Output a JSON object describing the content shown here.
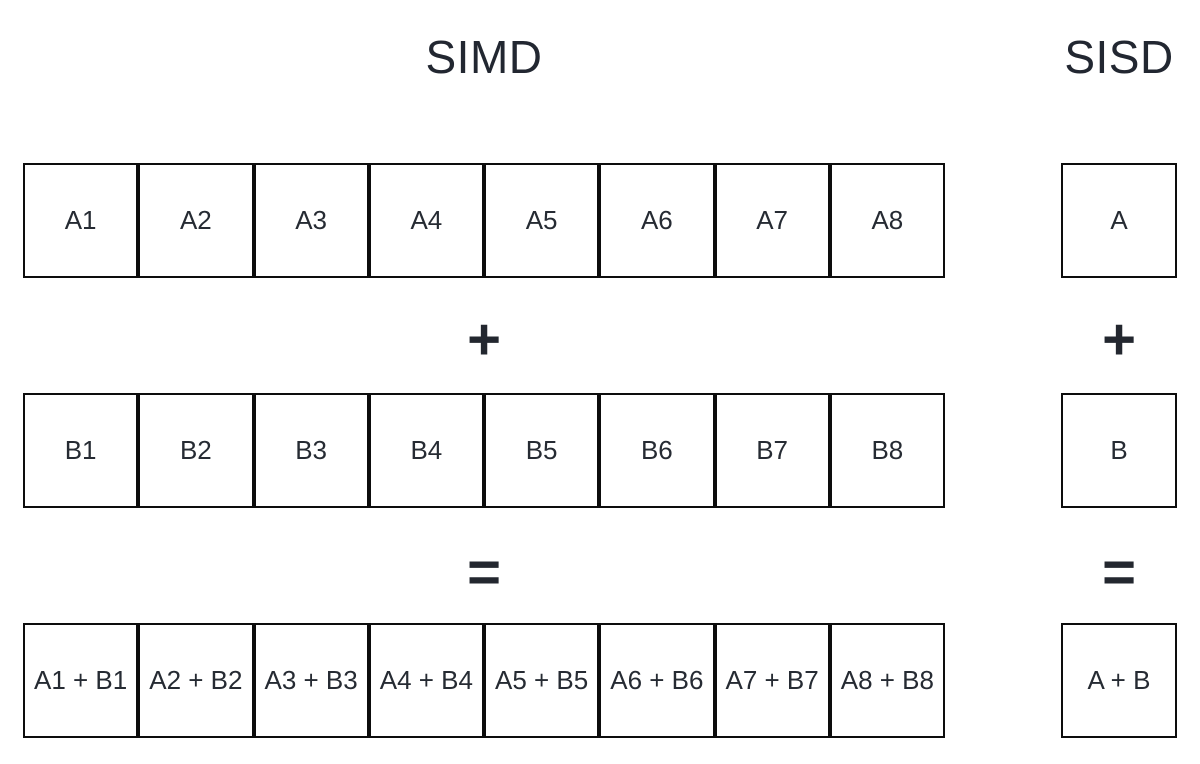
{
  "titles": {
    "simd": "SIMD",
    "sisd": "SISD"
  },
  "operators": {
    "plus": "+",
    "equals": "="
  },
  "simd": {
    "vector_a": [
      "A1",
      "A2",
      "A3",
      "A4",
      "A5",
      "A6",
      "A7",
      "A8"
    ],
    "vector_b": [
      "B1",
      "B2",
      "B3",
      "B4",
      "B5",
      "B6",
      "B7",
      "B8"
    ],
    "vector_result": [
      "A1 + B1",
      "A2 + B2",
      "A3 + B3",
      "A4 + B4",
      "A5 + B5",
      "A6 + B6",
      "A7 + B7",
      "A8 + B8"
    ]
  },
  "sisd": {
    "scalar_a": "A",
    "scalar_b": "B",
    "scalar_result": "A + B"
  },
  "colors": {
    "background": "#ffffff",
    "border": "#0d0d0d",
    "text": "#222731"
  }
}
